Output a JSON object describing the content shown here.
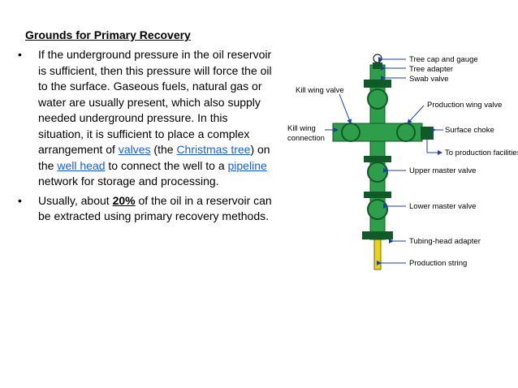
{
  "heading": "Grounds for Primary Recovery",
  "bullet1": {
    "symbol": "•",
    "t1": "If the underground pressure in the oil reservoir is sufficient, then this pressure will force the oil to the surface. Gaseous fuels, natural gas or water are usually present, which also supply needed underground pressure. In this situation, it is sufficient to place a complex arrangement of ",
    "link1": "valves",
    "t2": " (the ",
    "link2": "Christmas tree",
    "t3": ") on the ",
    "link3": "well head",
    "t4": " to connect the well to a ",
    "link4": "pipeline",
    "t5": " network for storage and processing."
  },
  "bullet2": {
    "symbol": "•",
    "t1": "Usually, about ",
    "bold": "20%",
    "t2": " of the oil in a reservoir can be extracted using primary recovery methods."
  },
  "diagram": {
    "labels": {
      "tree_cap": "Tree cap and gauge",
      "tree_adapter": "Tree adapter",
      "swab_valve": "Swab valve",
      "kill_wing_valve": "Kill wing valve",
      "production_wing_valve": "Production wing valve",
      "kill_wing": "Kill wing",
      "connection": "connection",
      "surface_choke": "Surface choke",
      "to_production": "To production facilities",
      "upper_master": "Upper master valve",
      "lower_master": "Lower master valve",
      "tubing_head": "Tubing-head adapter",
      "production_string": "Production string"
    },
    "colors": {
      "body": "#2e9e4a",
      "dark": "#0f5a26",
      "string": "#e8d21c",
      "arrow": "#1a3fa8"
    }
  }
}
